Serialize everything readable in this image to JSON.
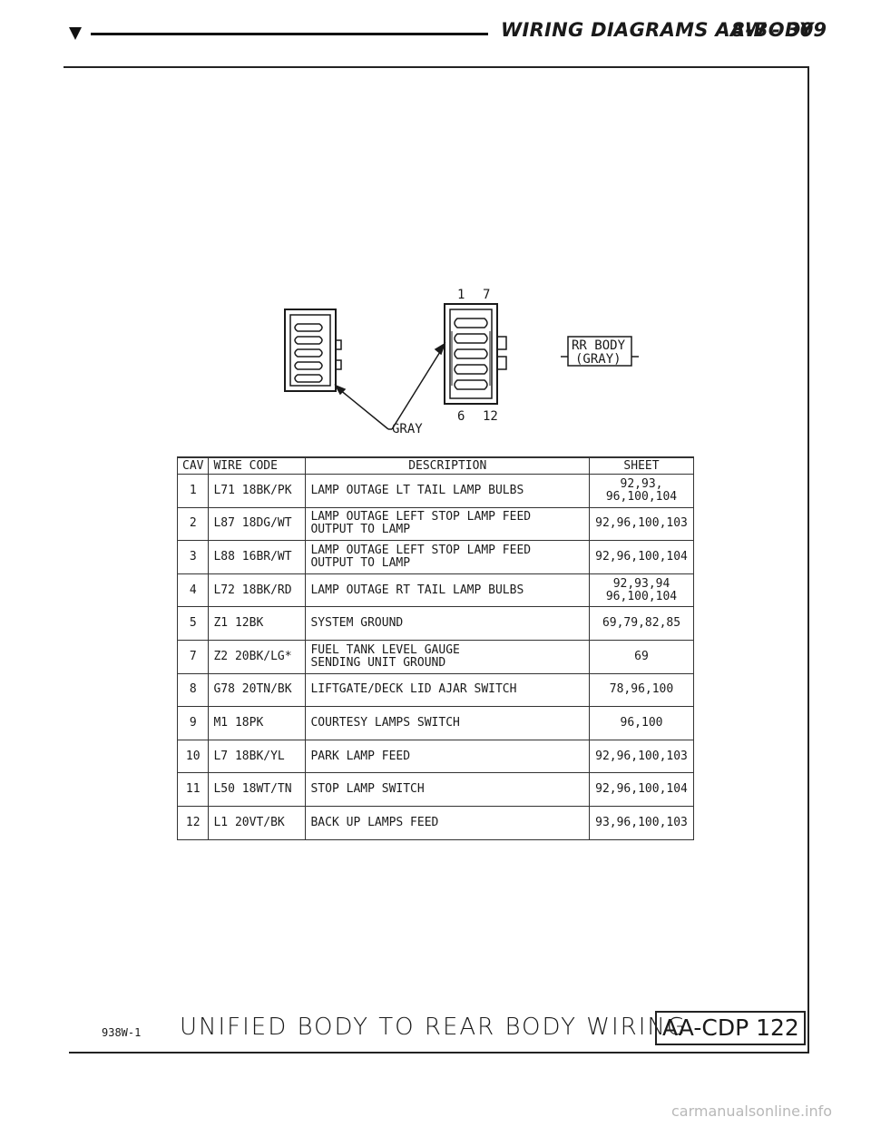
{
  "header": {
    "title": "WIRING DIAGRAMS AA-BODY",
    "page_number": "8W - 309"
  },
  "connector": {
    "pin_top_left": "1",
    "pin_top_right": "7",
    "pin_bottom_left": "6",
    "pin_bottom_right": "12",
    "color_callout": "GRAY",
    "name_line1": "RR BODY",
    "name_line2": "(GRAY)"
  },
  "table": {
    "headers": {
      "cav": "CAV",
      "wire_code": "WIRE CODE",
      "description": "DESCRIPTION",
      "sheet": "SHEET"
    },
    "rows": [
      {
        "cav": "1",
        "wire_code": "L71 18BK/PK",
        "description": [
          "LAMP OUTAGE LT TAIL LAMP BULBS"
        ],
        "sheet": [
          "92,93,",
          "96,100,104"
        ]
      },
      {
        "cav": "2",
        "wire_code": "L87 18DG/WT",
        "description": [
          "LAMP OUTAGE LEFT STOP LAMP FEED",
          "OUTPUT TO LAMP"
        ],
        "sheet": [
          "92,96,100,103"
        ]
      },
      {
        "cav": "3",
        "wire_code": "L88 16BR/WT",
        "description": [
          "LAMP OUTAGE LEFT STOP LAMP FEED",
          "OUTPUT TO LAMP"
        ],
        "sheet": [
          "92,96,100,104"
        ]
      },
      {
        "cav": "4",
        "wire_code": "L72 18BK/RD",
        "description": [
          "LAMP OUTAGE RT TAIL LAMP BULBS"
        ],
        "sheet": [
          "92,93,94",
          "96,100,104"
        ]
      },
      {
        "cav": "5",
        "wire_code": "Z1 12BK",
        "description": [
          "SYSTEM GROUND"
        ],
        "sheet": [
          "69,79,82,85"
        ]
      },
      {
        "cav": "7",
        "wire_code": "Z2 20BK/LG*",
        "description": [
          "FUEL TANK LEVEL GAUGE",
          "SENDING UNIT GROUND"
        ],
        "sheet": [
          "69"
        ]
      },
      {
        "cav": "8",
        "wire_code": "G78 20TN/BK",
        "description": [
          "LIFTGATE/DECK LID AJAR SWITCH"
        ],
        "sheet": [
          "78,96,100"
        ]
      },
      {
        "cav": "9",
        "wire_code": "M1 18PK",
        "description": [
          "COURTESY LAMPS SWITCH"
        ],
        "sheet": [
          "96,100"
        ]
      },
      {
        "cav": "10",
        "wire_code": "L7 18BK/YL",
        "description": [
          "PARK LAMP FEED"
        ],
        "sheet": [
          "92,96,100,103"
        ]
      },
      {
        "cav": "11",
        "wire_code": "L50 18WT/TN",
        "description": [
          "STOP LAMP SWITCH"
        ],
        "sheet": [
          "92,96,100,104"
        ]
      },
      {
        "cav": "12",
        "wire_code": "L1 20VT/BK",
        "description": [
          "BACK UP LAMPS FEED"
        ],
        "sheet": [
          "93,96,100,103"
        ]
      }
    ]
  },
  "footer": {
    "figure_code": "938W-1",
    "title": "UNIFIED BODY TO REAR BODY WIRING",
    "id_box": "AA-CDP 122"
  },
  "watermark": "carmanualsonline.info"
}
